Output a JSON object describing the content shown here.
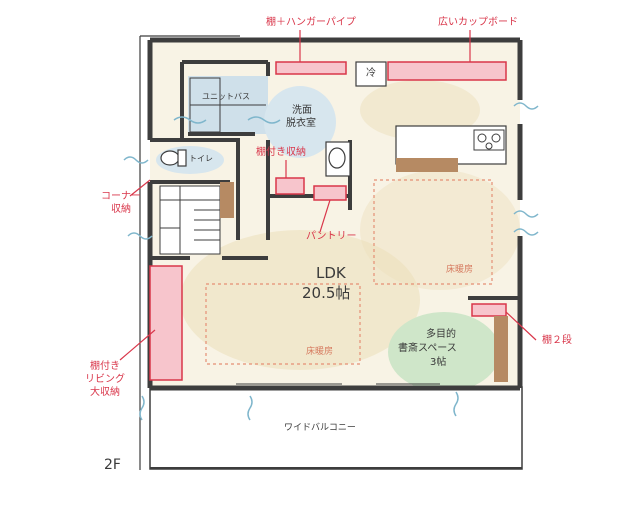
{
  "floor_label": "2F",
  "rooms": {
    "unit_bath": "ユニットバス",
    "washroom_line1": "洗面",
    "washroom_line2": "脱衣室",
    "toilet": "トイレ",
    "fridge": "冷",
    "ldk_line1": "LDK",
    "ldk_line2": "20.5帖",
    "study_line1": "多目的",
    "study_line2": "書斎スペース",
    "study_line3": "3帖",
    "balcony": "ワイドバルコニー",
    "floor_heating_1": "床暖房",
    "floor_heating_2": "床暖房"
  },
  "annotations": {
    "shelf_hanger_pipe": "棚＋ハンガーパイプ",
    "wide_cupboard": "広いカップボード",
    "shelf_storage": "棚付き収納",
    "corner_storage_line1": "コーナー",
    "corner_storage_line2": "収納",
    "pantry": "パントリー",
    "shelf_two_tier": "棚２段",
    "living_storage_line1": "棚付き",
    "living_storage_line2": "リビング",
    "living_storage_line3": "大収納"
  },
  "colors": {
    "wall": "#3d3d3d",
    "floor_wash": "#f3ead0",
    "water_area": "#cfe0ea",
    "study_green": "#cfe6c9",
    "storage_pink": "#f2a9b5",
    "storage_pink_fill": "#f7c5cc",
    "kitchen_brown": "#b68a63",
    "accent_red": "#d9364a",
    "heating_dash": "#e58f74"
  }
}
